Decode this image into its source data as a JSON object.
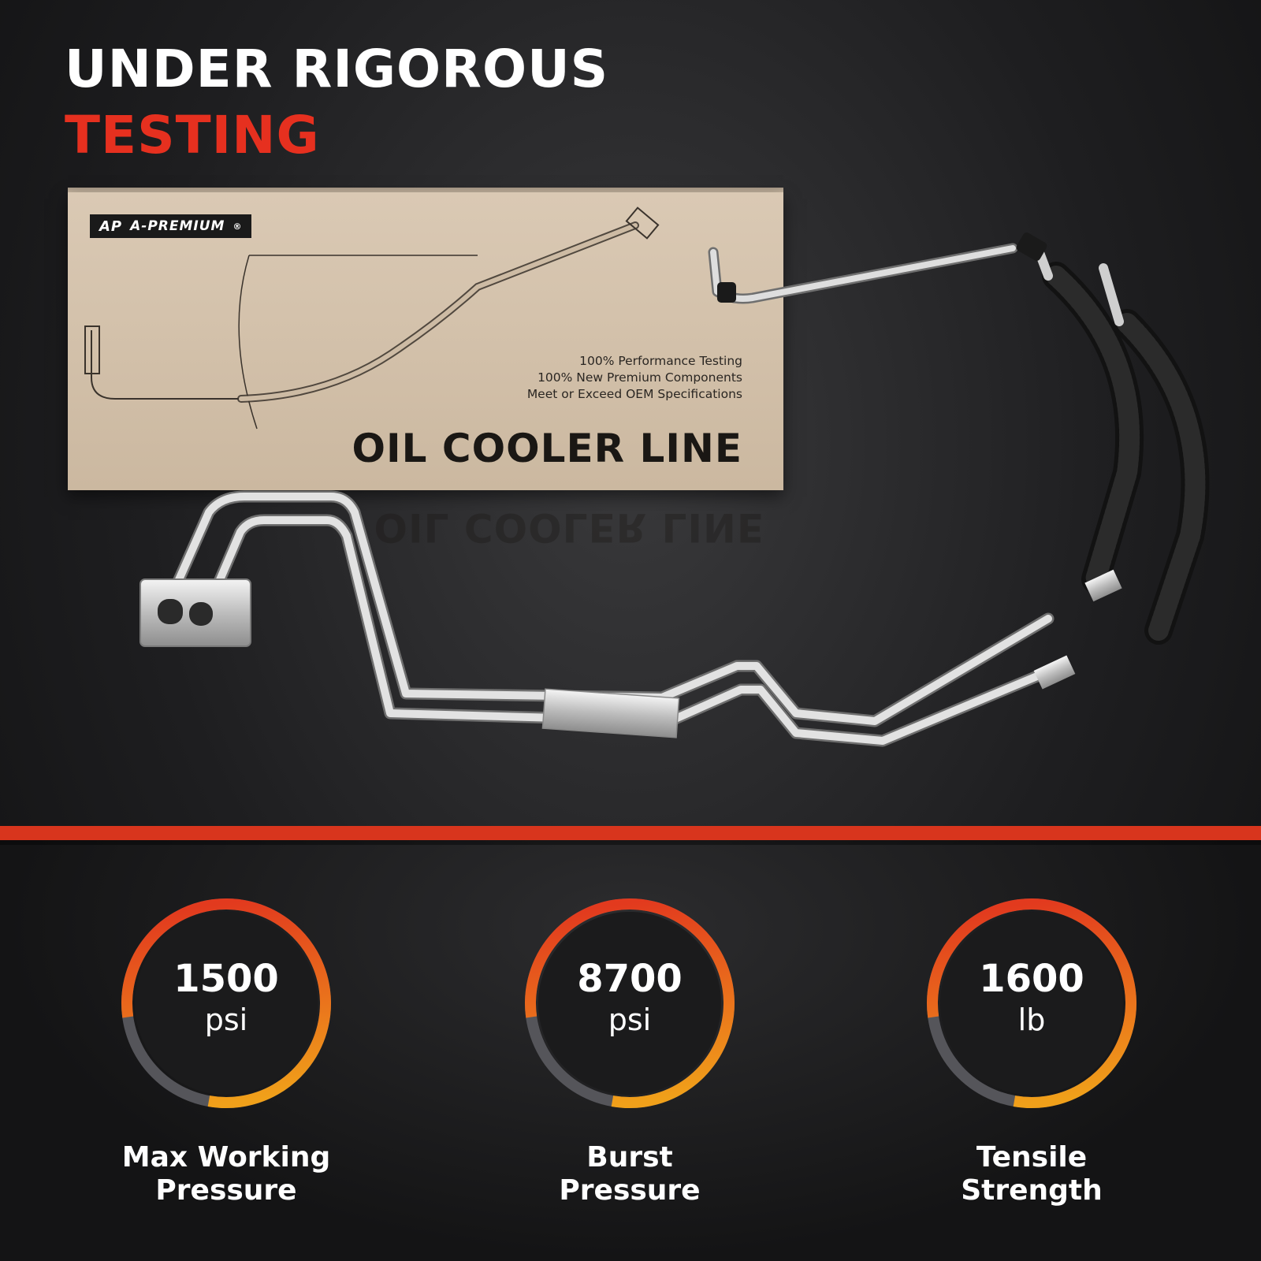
{
  "headline": {
    "line1": "UNDER RIGOROUS",
    "line2": "TESTING"
  },
  "box": {
    "brand": "A-PREMIUM",
    "brand_mark": "AP",
    "registered": "®",
    "features": [
      "100% Performance Testing",
      "100% New Premium Components",
      "Meet or Exceed OEM Specifications"
    ],
    "title": "OIL COOLER LINE"
  },
  "colors": {
    "accent": "#e6301f",
    "divider": "#d8351d",
    "gauge_start": "#f0a01a",
    "gauge_end": "#e23a1e",
    "gauge_track": "#55555a"
  },
  "specs": [
    {
      "value": "1500",
      "unit": "psi",
      "label": "Max Working\nPressure",
      "fill_fraction": 0.8
    },
    {
      "value": "8700",
      "unit": "psi",
      "label": "Burst\nPressure",
      "fill_fraction": 0.8
    },
    {
      "value": "1600",
      "unit": "lb",
      "label": "Tensile\nStrength",
      "fill_fraction": 0.8
    }
  ]
}
